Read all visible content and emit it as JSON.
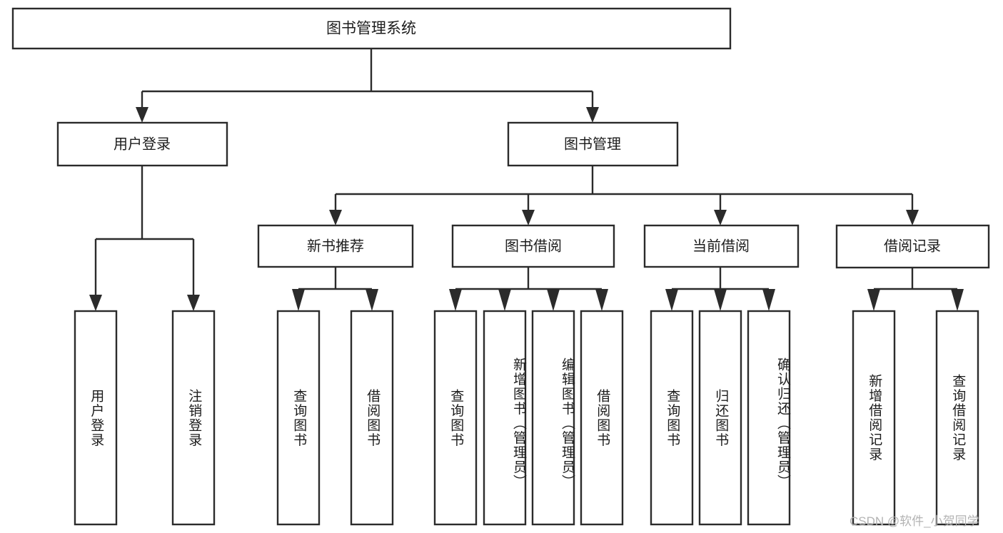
{
  "diagram": {
    "title_node": {
      "label": "图书管理系统"
    },
    "level1": [
      {
        "id": "user-login",
        "label": "用户登录"
      },
      {
        "id": "book-manage",
        "label": "图书管理"
      }
    ],
    "level2": [
      {
        "id": "new-book-recommend",
        "label": "新书推荐"
      },
      {
        "id": "book-borrow",
        "label": "图书借阅"
      },
      {
        "id": "current-borrow",
        "label": "当前借阅"
      },
      {
        "id": "borrow-record",
        "label": "借阅记录"
      }
    ],
    "leaves": {
      "user_login": [
        {
          "id": "leaf-user-login",
          "label": "用户登录"
        },
        {
          "id": "leaf-logout-login",
          "label": "注销登录"
        }
      ],
      "new_book_recommend": [
        {
          "id": "leaf-query-book-1",
          "label": "查询图书"
        },
        {
          "id": "leaf-borrow-book-1",
          "label": "借阅图书"
        }
      ],
      "book_borrow": [
        {
          "id": "leaf-query-book-2",
          "label": "查询图书"
        },
        {
          "id": "leaf-add-book",
          "label": "新增图书（管理员）"
        },
        {
          "id": "leaf-edit-book",
          "label": "编辑图书（管理员）"
        },
        {
          "id": "leaf-borrow-book-2",
          "label": "借阅图书"
        }
      ],
      "current_borrow": [
        {
          "id": "leaf-query-book-3",
          "label": "查询图书"
        },
        {
          "id": "leaf-return-book",
          "label": "归还图书"
        },
        {
          "id": "leaf-confirm-return",
          "label": "确认归还（管理员）"
        }
      ],
      "borrow_record": [
        {
          "id": "leaf-add-record",
          "label": "新增借阅记录"
        },
        {
          "id": "leaf-query-record",
          "label": "查询借阅记录"
        }
      ]
    },
    "colors": {
      "stroke": "#2b2b2b",
      "fill": "#ffffff",
      "text": "#1c1c1c",
      "watermark": "#b3b3b3"
    }
  },
  "watermark": {
    "text": "CSDN @软件_小贺同学"
  }
}
